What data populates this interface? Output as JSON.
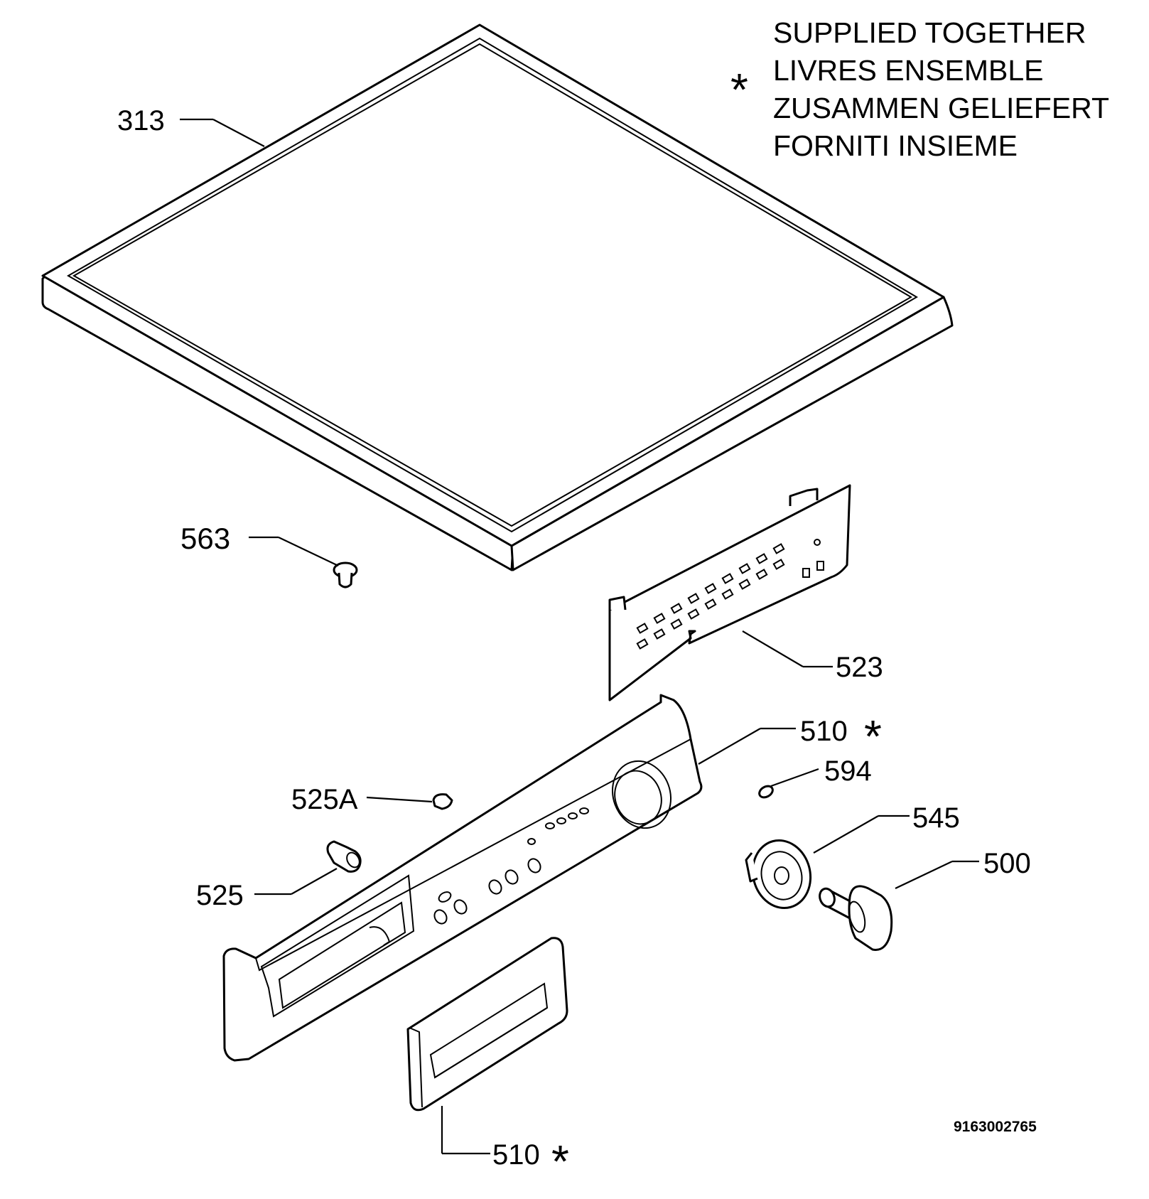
{
  "legend": {
    "symbol": "*",
    "lines": [
      "SUPPLIED TOGETHER",
      "LIVRES ENSEMBLE",
      "ZUSAMMEN GELIEFERT",
      "FORNITI INSIEME"
    ]
  },
  "callouts": {
    "c313": "313",
    "c563": "563",
    "c523": "523",
    "c510_panel": "510",
    "c594": "594",
    "c525A": "525A",
    "c545": "545",
    "c500": "500",
    "c525": "525",
    "c510_drawer": "510"
  },
  "supplied_together_mark": "*",
  "document_number": "9163002765"
}
